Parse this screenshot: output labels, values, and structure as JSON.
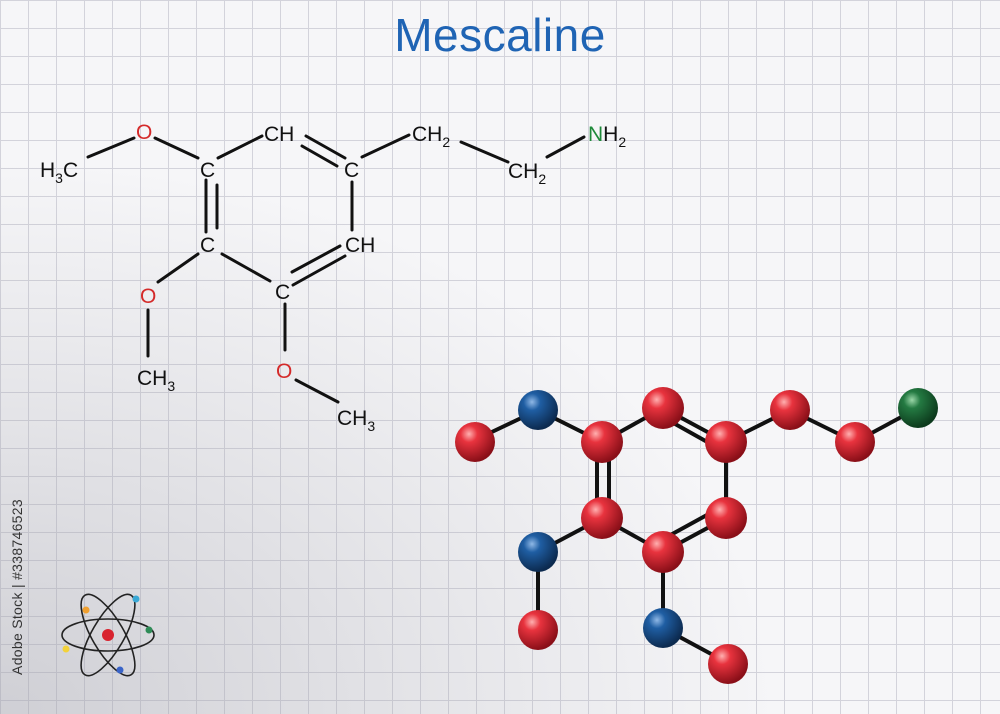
{
  "title": "Mescaline",
  "watermark": "Adobe Stock | #338746523",
  "skeletal_formula": {
    "labels": {
      "o_top": "O",
      "h3c": "H",
      "h3c_c": "C",
      "h3c_sub": "3",
      "c1": "C",
      "ch_top": "CH",
      "c_top_right": "C",
      "ch2_a": "CH",
      "ch2_a_sub": "2",
      "ch2_b": "CH",
      "ch2_b_sub": "2",
      "n": "N",
      "nh_h": "H",
      "nh_sub": "2",
      "c2": "C",
      "ch_right": "CH",
      "o_mid": "O",
      "ch3_mid": "CH",
      "ch3_mid_sub": "3",
      "c3": "C",
      "o_bottom": "O",
      "ch3_bottom": "CH",
      "ch3_bottom_sub": "3"
    }
  },
  "colors": {
    "title": "#1f64b4",
    "carbon_ball": "#d8232f",
    "oxygen_ball": "#1a4f8c",
    "nitrogen_ball": "#1f6b3a",
    "oxygen_label": "#d42a2a",
    "nitrogen_label": "#1f8a3a"
  }
}
